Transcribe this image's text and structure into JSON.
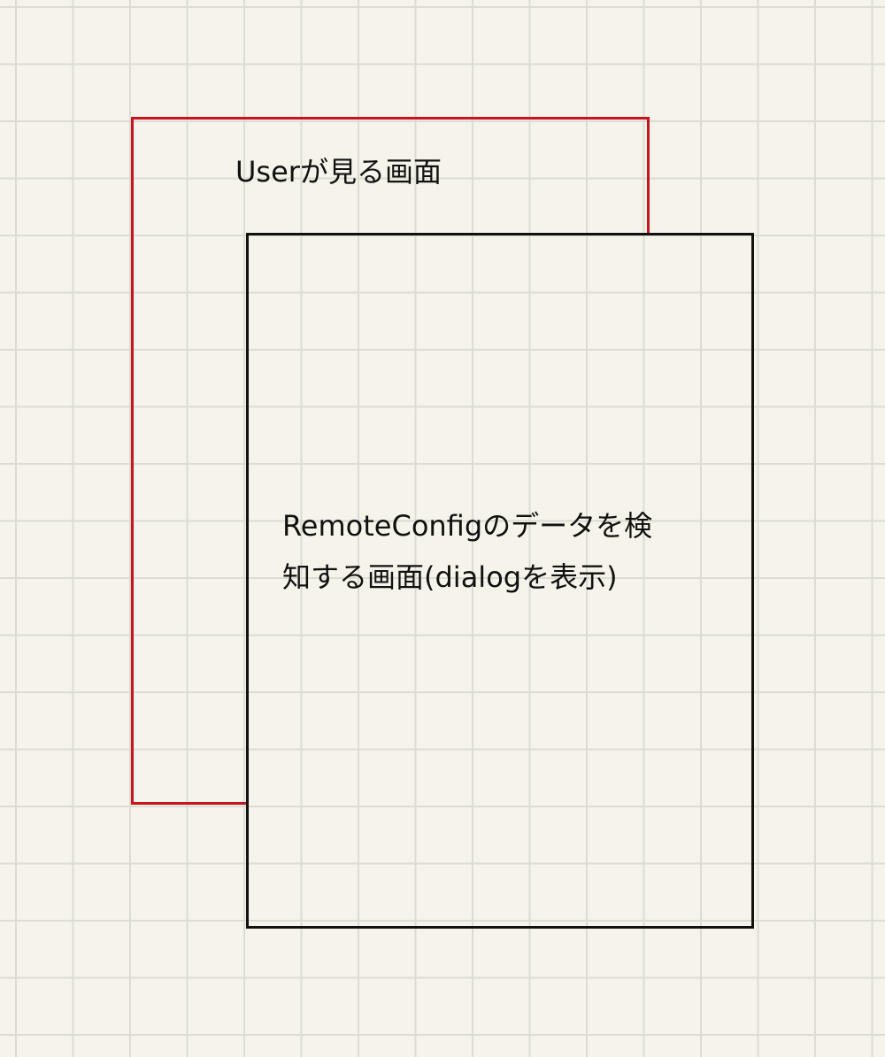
{
  "background": {
    "color": "#f6f4ea",
    "grid_color": "#dcdcd2"
  },
  "diagram": {
    "user_screen": {
      "label": "Userが見る画面",
      "border_color": "#c8141e"
    },
    "detect_screen": {
      "label_line1": "RemoteConfigのデータを検",
      "label_line2": "知する画面(dialogを表示)",
      "border_color": "#111111"
    }
  }
}
